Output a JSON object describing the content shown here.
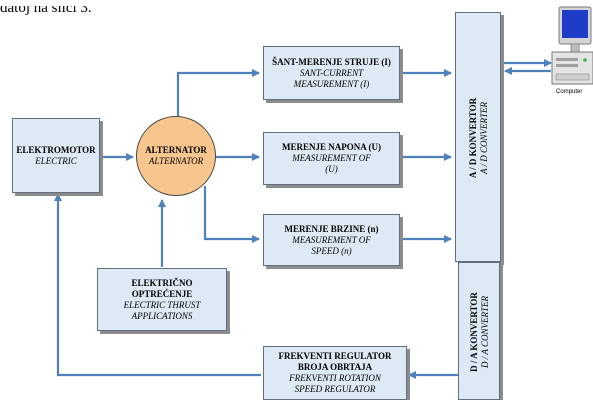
{
  "lead_text": "datoj na slici 3.",
  "colors": {
    "box_fill": "#dde9f4",
    "alternator_fill": "#f7c58e",
    "arrow": "#4f81bd",
    "border": "#5f6f7f"
  },
  "blocks": {
    "elektromotor": {
      "title": "ELEKTROMOTOR",
      "subtitle": "ELECTRIC"
    },
    "alternator": {
      "title": "ALTERNATOR",
      "subtitle": "ALTERNATOR"
    },
    "current": {
      "title": "ŠANT-MERENJE STRUJE (I)",
      "sub1": "SANT-CURRENT",
      "sub2": "MEASUREMENT (I)"
    },
    "voltage": {
      "title": "MERENJE NAPONA (U)",
      "sub1": "MEASUREMENT  OF",
      "sub2": "(U)"
    },
    "speed": {
      "title": "MERENJE BRZINE (n)",
      "sub1": "MEASUREMENT  OF",
      "sub2": "SPEED (n)"
    },
    "load": {
      "title1": "ELEKTRIČNO",
      "title2": "OPTREĆENJE",
      "sub1": "ELECTRIC THRUST",
      "sub2": "APPLICATIONS"
    },
    "regulator": {
      "title1": "FREKVENTI REGULATOR",
      "title2": "BROJA OBRTAJA",
      "sub1": "FREKVENTI ROTATION",
      "sub2": "SPEED REGULATOR"
    },
    "ad_converter": {
      "title": "A / D  KONVERTOR",
      "subtitle": "A / D CONVERTER"
    },
    "da_converter": {
      "title": "D / A  KONVERTOR",
      "subtitle": "D / A CONVERTER"
    },
    "computer": {
      "label": "Computer",
      "icon": "computer-icon"
    }
  }
}
